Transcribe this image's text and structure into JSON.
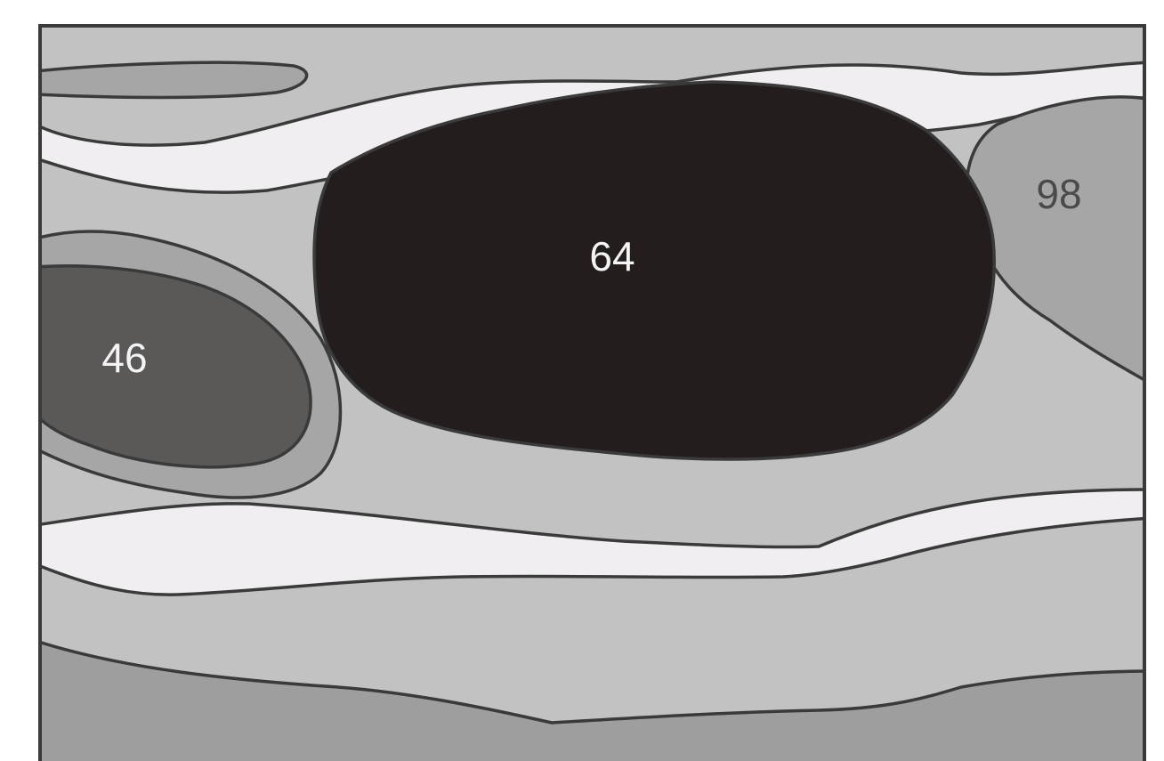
{
  "colors": {
    "frame": "#3a3a3a",
    "background": "#c2c2c2",
    "white_band": "#f0eef0",
    "mid_gray": "#a6a6a6",
    "dark_gray": "#5b5858",
    "black_region": "#231d1d",
    "bottom_band": "#9e9e9e",
    "label_light": "#f4f4f4",
    "label_dark": "#4a4a4a"
  },
  "regions": {
    "center": {
      "label": "64"
    },
    "left": {
      "label": "46"
    },
    "right": {
      "label": "98"
    }
  }
}
